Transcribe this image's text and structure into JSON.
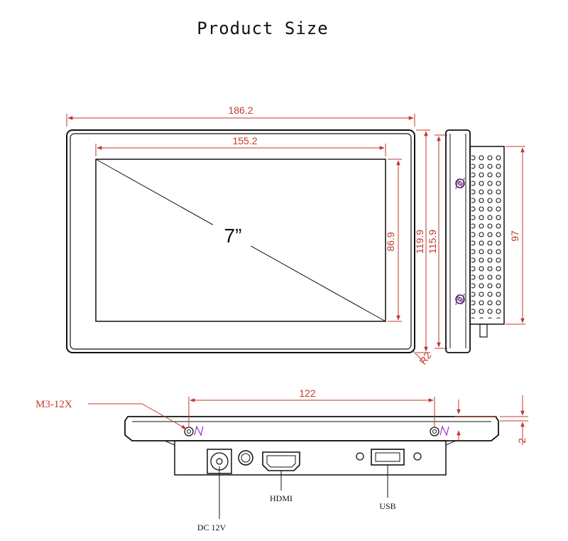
{
  "title": "Product Size",
  "front": {
    "overall_width": "186.2",
    "screen_width": "155.2",
    "screen_height": "86.9",
    "overall_height": "119.9",
    "back_height": "115.9",
    "corner_radius": "R2",
    "diagonal": "7”"
  },
  "side": {
    "bracket_height": "97"
  },
  "bottom": {
    "screw_spec": "M3-12X",
    "screw_spacing": "122",
    "edge_thickness": "2",
    "hdmi_label": "HDMI",
    "usb_label": "USB",
    "dc_label": "DC 12V"
  },
  "colors": {
    "dimension": "#c0392b",
    "screw_marker": "#9b30c8",
    "line": "#111111"
  }
}
